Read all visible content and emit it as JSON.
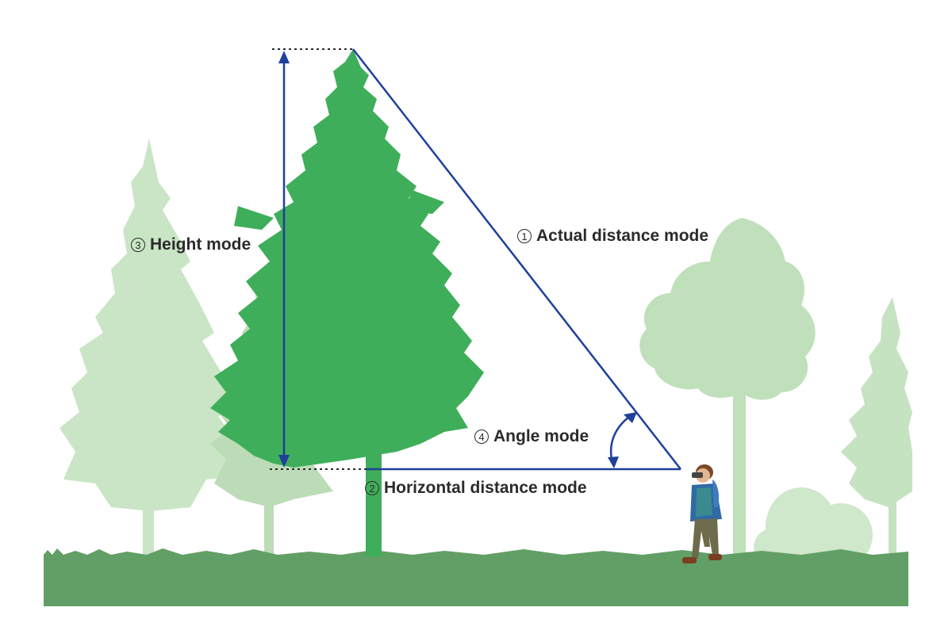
{
  "colors": {
    "measure_line": "#1f3f9a",
    "main_tree": "#3fae5a",
    "background_tree": "#c7e3c3",
    "background_tree_mid": "#b6dab1",
    "ground": "#5f9d63",
    "person_jacket": "#2f6aa6",
    "person_vest": "#3a8a8f",
    "person_pants": "#6e6a4c",
    "text": "#2b2b2b"
  },
  "labels": {
    "actual_distance": {
      "number": "1",
      "text": "Actual distance mode"
    },
    "horizontal_distance": {
      "number": "2",
      "text": "Horizontal distance mode"
    },
    "height": {
      "number": "3",
      "text": "Height mode"
    },
    "angle": {
      "number": "4",
      "text": "Angle mode"
    }
  },
  "icons": {
    "numbers": "circled-number",
    "arrows": "double-headed-arrow"
  }
}
